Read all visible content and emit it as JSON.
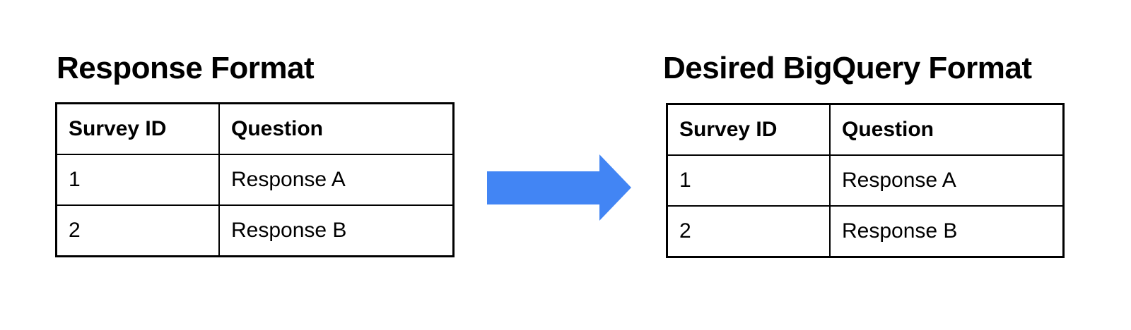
{
  "page": {
    "background": "#ffffff"
  },
  "left_panel": {
    "title": "Response Format",
    "table": {
      "headers": [
        "Survey ID",
        "Question"
      ],
      "rows": [
        [
          "1",
          "Response A"
        ],
        [
          "2",
          "Response B"
        ]
      ]
    }
  },
  "arrow": {
    "name": "right-arrow",
    "direction": "right",
    "color": "#4285F4"
  },
  "right_panel": {
    "title": "Desired BigQuery Format",
    "table": {
      "headers": [
        "Survey ID",
        "Question"
      ],
      "rows": [
        [
          "1",
          "Response A"
        ],
        [
          "2",
          "Response B"
        ]
      ]
    }
  }
}
